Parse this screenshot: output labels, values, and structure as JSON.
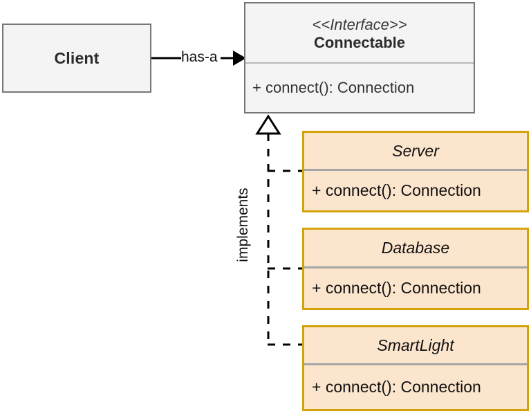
{
  "diagram": {
    "type": "uml-class-diagram",
    "background_color": "#ffffff",
    "client": {
      "name": "Client",
      "fill_color": "#f4f4f4",
      "border_color": "#76767a"
    },
    "interface": {
      "stereotype": "<<Interface>>",
      "name": "Connectable",
      "operation": "+ connect(): Connection",
      "fill_color": "#f4f4f4",
      "border_color": "#76767a"
    },
    "implementations": [
      {
        "name": "Server",
        "operation": "+ connect(): Connection",
        "fill_color": "#fce5cd",
        "border_color": "#d6a20b"
      },
      {
        "name": "Database",
        "operation": "+ connect(): Connection",
        "fill_color": "#fce5cd",
        "border_color": "#d6a20b"
      },
      {
        "name": "SmartLight",
        "operation": "+ connect(): Connection",
        "fill_color": "#fce5cd",
        "border_color": "#d6a20b"
      }
    ],
    "edges": {
      "association_label": "has-a",
      "realization_label": "implements"
    }
  }
}
